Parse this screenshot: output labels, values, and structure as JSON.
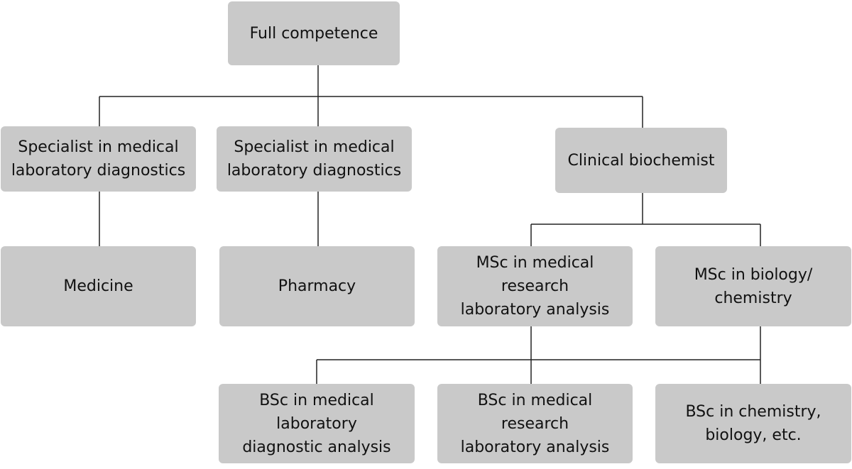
{
  "nodes": {
    "full_competence": {
      "lines": [
        "Full competence"
      ]
    },
    "specialist_medicine": {
      "lines": [
        "Specialist in medical",
        "laboratory diagnostics"
      ]
    },
    "specialist_pharmacy": {
      "lines": [
        "Specialist in medical",
        "laboratory diagnostics"
      ]
    },
    "clinical_biochemist": {
      "lines": [
        "Clinical biochemist"
      ]
    },
    "medicine": {
      "lines": [
        "Medicine"
      ]
    },
    "pharmacy": {
      "lines": [
        "Pharmacy"
      ]
    },
    "msc_medical_research": {
      "lines": [
        "MSc in medical",
        "research",
        "laboratory analysis"
      ]
    },
    "msc_biology_chemistry": {
      "lines": [
        "MSc in biology/",
        "chemistry"
      ]
    },
    "bsc_medical_diagnostic": {
      "lines": [
        "BSc in medical",
        "laboratory",
        "diagnostic analysis"
      ]
    },
    "bsc_medical_research": {
      "lines": [
        "BSc in medical",
        "research",
        "laboratory analysis"
      ]
    },
    "bsc_chemistry_biology": {
      "lines": [
        "BSc in chemistry,",
        "biology, etc."
      ]
    }
  },
  "colors": {
    "box_fill": "#c9c9c9",
    "line": "#222222",
    "text": "#111111"
  }
}
